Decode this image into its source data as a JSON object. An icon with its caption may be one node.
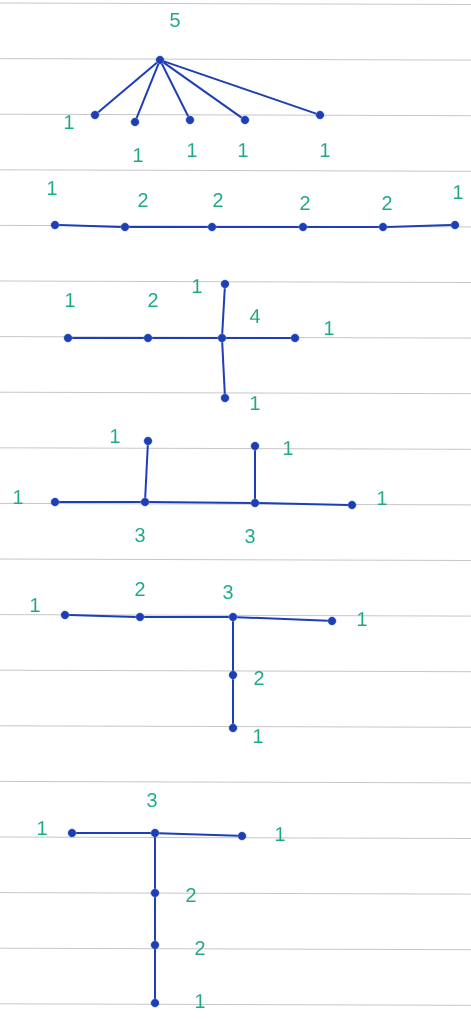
{
  "diagram": {
    "nodes": [
      {
        "text": [],
        "shape": "circle",
        "beside": [
          "5"
        ]
      },
      {
        "text": [],
        "shape": "circle",
        "beside": [
          "1"
        ]
      },
      {
        "text": [],
        "shape": "circle",
        "beside": [
          "1"
        ]
      },
      {
        "text": [],
        "shape": "circle",
        "beside": [
          "1"
        ]
      },
      {
        "text": [],
        "shape": "circle",
        "beside": [
          "1"
        ]
      },
      {
        "text": [],
        "shape": "circle",
        "beside": [
          "1"
        ]
      },
      {
        "text": [],
        "shape": "circle",
        "beside": [
          "1"
        ]
      },
      {
        "text": [],
        "shape": "circle",
        "beside": [
          "2"
        ]
      },
      {
        "text": [],
        "shape": "circle",
        "beside": [
          "2"
        ]
      },
      {
        "text": [],
        "shape": "circle",
        "beside": [
          "2"
        ]
      },
      {
        "text": [],
        "shape": "circle",
        "beside": [
          "2"
        ]
      },
      {
        "text": [],
        "shape": "circle",
        "beside": [
          "1"
        ]
      },
      {
        "text": [],
        "shape": "circle",
        "beside": [
          "1"
        ]
      },
      {
        "text": [],
        "shape": "circle",
        "beside": [
          "2"
        ]
      },
      {
        "text": [],
        "shape": "circle",
        "beside": [
          "4"
        ]
      },
      {
        "text": [],
        "shape": "circle",
        "beside": [
          "1"
        ]
      },
      {
        "text": [],
        "shape": "circle",
        "beside": [
          "1"
        ]
      },
      {
        "text": [],
        "shape": "circle",
        "beside": [
          "1"
        ]
      },
      {
        "text": [],
        "shape": "circle",
        "beside": [
          "1"
        ]
      },
      {
        "text": [],
        "shape": "circle",
        "beside": [
          "3"
        ]
      },
      {
        "text": [],
        "shape": "circle",
        "beside": [
          "1"
        ]
      },
      {
        "text": [],
        "shape": "circle",
        "beside": [
          "3"
        ]
      },
      {
        "text": [],
        "shape": "circle",
        "beside": [
          "1"
        ]
      },
      {
        "text": [],
        "shape": "circle",
        "beside": [
          "1"
        ]
      },
      {
        "text": [],
        "shape": "circle",
        "beside": [
          "1"
        ]
      },
      {
        "text": [],
        "shape": "circle",
        "beside": [
          "2"
        ]
      },
      {
        "text": [],
        "shape": "circle",
        "beside": [
          "3"
        ]
      },
      {
        "text": [],
        "shape": "circle",
        "beside": [
          "1"
        ]
      },
      {
        "text": [],
        "shape": "circle",
        "beside": [
          "2"
        ]
      },
      {
        "text": [],
        "shape": "circle",
        "beside": [
          "1"
        ]
      },
      {
        "text": [],
        "shape": "circle",
        "beside": [
          "3"
        ]
      },
      {
        "text": [],
        "shape": "circle",
        "beside": [
          "1"
        ]
      },
      {
        "text": [],
        "shape": "circle",
        "beside": [
          "1"
        ]
      },
      {
        "text": [],
        "shape": "circle",
        "beside": [
          "2"
        ]
      },
      {
        "text": [],
        "shape": "circle",
        "beside": [
          "2"
        ]
      },
      {
        "text": [],
        "shape": "circle",
        "beside": [
          "1"
        ]
      }
    ],
    "edges": [
      {
        "from": 0,
        "to": 1,
        "arrow": "none"
      },
      {
        "from": 0,
        "to": 2,
        "arrow": "none"
      },
      {
        "from": 0,
        "to": 3,
        "arrow": "none"
      },
      {
        "from": 0,
        "to": 4,
        "arrow": "none"
      },
      {
        "from": 0,
        "to": 5,
        "arrow": "none"
      },
      {
        "from": 6,
        "to": 7,
        "arrow": "none"
      },
      {
        "from": 7,
        "to": 8,
        "arrow": "none"
      },
      {
        "from": 8,
        "to": 9,
        "arrow": "none"
      },
      {
        "from": 9,
        "to": 10,
        "arrow": "none"
      },
      {
        "from": 10,
        "to": 11,
        "arrow": "none"
      },
      {
        "from": 12,
        "to": 13,
        "arrow": "none"
      },
      {
        "from": 13,
        "to": 14,
        "arrow": "none"
      },
      {
        "from": 14,
        "to": 15,
        "arrow": "none"
      },
      {
        "from": 14,
        "to": 16,
        "arrow": "none"
      },
      {
        "from": 14,
        "to": 17,
        "arrow": "none"
      },
      {
        "from": 18,
        "to": 19,
        "arrow": "none"
      },
      {
        "from": 19,
        "to": 20,
        "arrow": "none"
      },
      {
        "from": 19,
        "to": 21,
        "arrow": "none"
      },
      {
        "from": 21,
        "to": 22,
        "arrow": "none"
      },
      {
        "from": 21,
        "to": 23,
        "arrow": "none"
      },
      {
        "from": 24,
        "to": 25,
        "arrow": "none"
      },
      {
        "from": 25,
        "to": 26,
        "arrow": "none"
      },
      {
        "from": 26,
        "to": 27,
        "arrow": "none"
      },
      {
        "from": 26,
        "to": 28,
        "arrow": "none"
      },
      {
        "from": 28,
        "to": 29,
        "arrow": "none"
      },
      {
        "from": 30,
        "to": 31,
        "arrow": "none"
      },
      {
        "from": 30,
        "to": 32,
        "arrow": "none"
      },
      {
        "from": 30,
        "to": 33,
        "arrow": "none"
      },
      {
        "from": 33,
        "to": 34,
        "arrow": "none"
      },
      {
        "from": 34,
        "to": 35,
        "arrow": "none"
      }
    ]
  }
}
